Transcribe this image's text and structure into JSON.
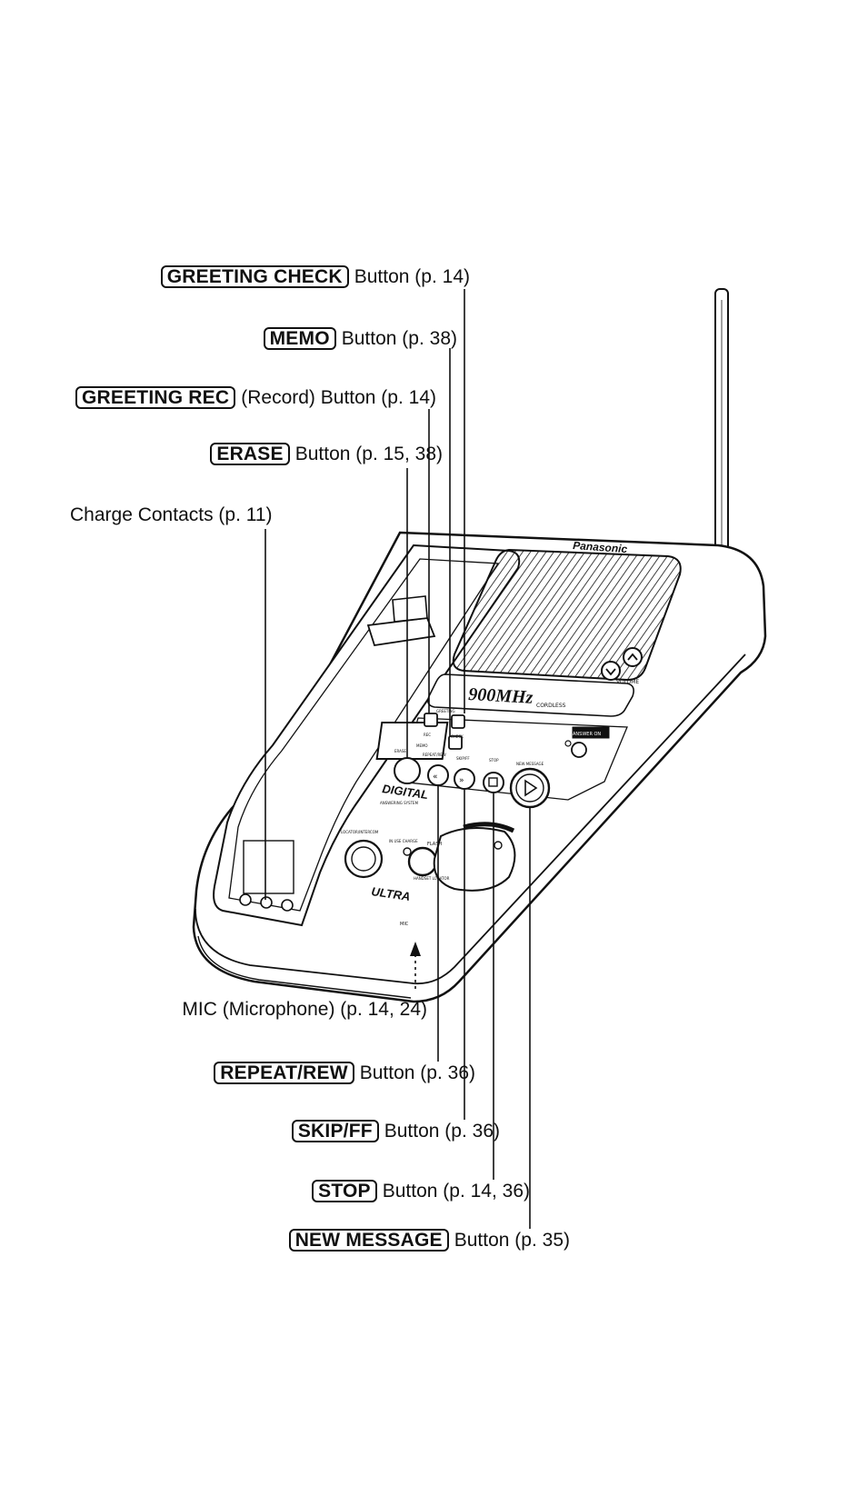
{
  "labels": {
    "greeting_check": {
      "key": "GREETING CHECK",
      "text": "Button (p. 14)"
    },
    "memo": {
      "key": "MEMO",
      "text": "Button (p. 38)"
    },
    "greeting_rec": {
      "key": "GREETING REC",
      "text": "(Record) Button (p. 14)"
    },
    "erase": {
      "key": "ERASE",
      "text": "Button (p. 15, 38)"
    },
    "charge_contacts": {
      "text": "Charge Contacts (p. 11)"
    },
    "mic": {
      "text": "MIC (Microphone) (p. 14, 24)"
    },
    "repeat_rew": {
      "key": "REPEAT/REW",
      "text": "Button (p. 36)"
    },
    "skip_ff": {
      "key": "SKIP/FF",
      "text": "Button (p. 36)"
    },
    "stop": {
      "key": "STOP",
      "text": "Button (p. 14, 36)"
    },
    "new_message": {
      "key": "NEW MESSAGE",
      "text": "Button (p. 35)"
    }
  },
  "device": {
    "brand": "Panasonic",
    "band": "900MHz",
    "cordless": "CORDLESS",
    "digital": "DIGITAL",
    "answering_system": "ANSWERING SYSTEM",
    "ultra": "ULTRA",
    "charge": "CHARGE",
    "mic_label": "MIC",
    "volume": "VOLUME",
    "locator": "LOCATOR/INTERCOM",
    "flash": "FLASH",
    "erase": "ERASE",
    "repeat": "REPEAT/REW",
    "skip": "SKIP/FF",
    "stop": "STOP",
    "new_message": "NEW MESSAGE",
    "rec": "REC",
    "check": "CHECK",
    "memo": "MEMO",
    "greeting": "GREETING",
    "answer_on": "ANSWER ON",
    "in_use": "IN USE CHARGE",
    "handset_locator": "HANDSET LOCATOR"
  }
}
